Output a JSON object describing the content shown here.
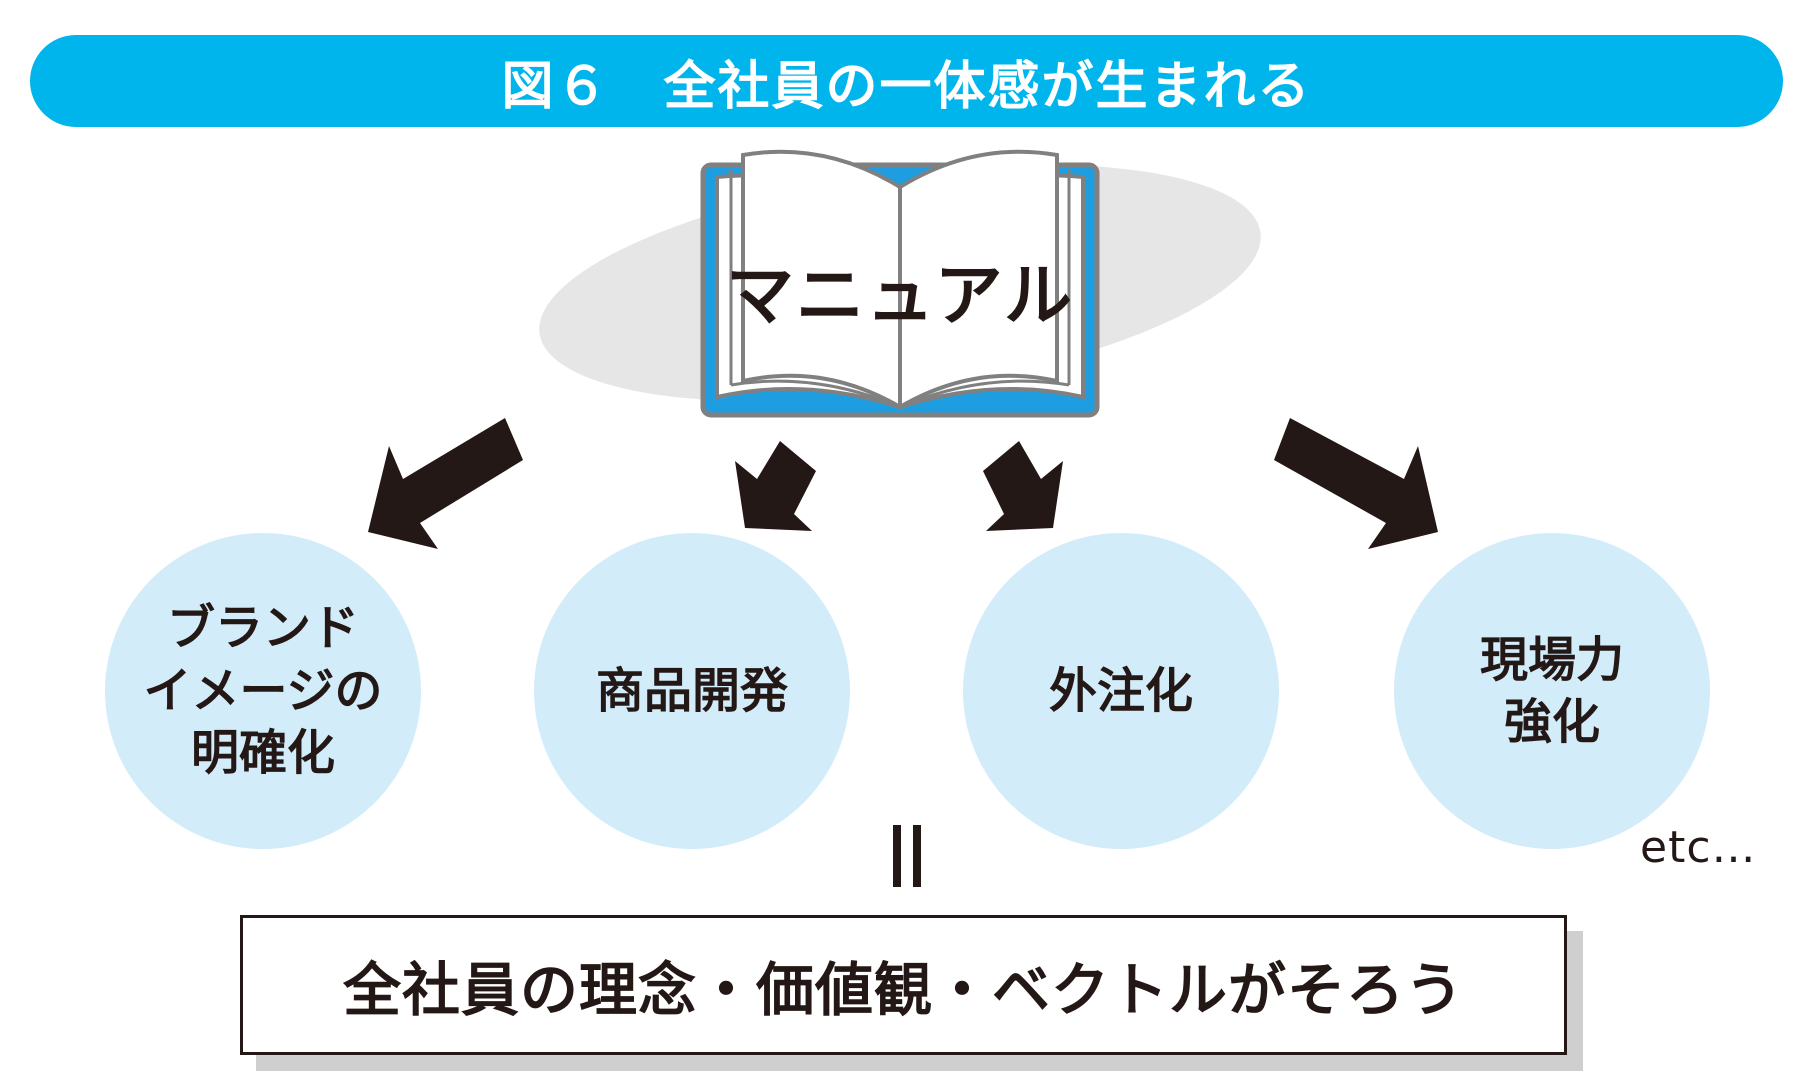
{
  "figure": {
    "title": "図６　全社員の一体感が生まれる",
    "colors": {
      "banner": "#00b4ec",
      "banner_text": "#ffffff",
      "shadow_ellipse": "#e6e6e6",
      "book_cover": "#1e9ee0",
      "book_outline": "#808080",
      "circle_fill": "#d3ecf9",
      "ink": "#231815",
      "box_shadow": "#cfcfcf"
    }
  },
  "source": {
    "label": "マニュアル",
    "icon": "open-book-icon"
  },
  "outcomes": [
    {
      "label": "ブランド\nイメージの\n明確化"
    },
    {
      "label": "商品開発"
    },
    {
      "label": "外注化"
    },
    {
      "label": "現場力\n強化"
    }
  ],
  "more_label": "etc…",
  "equals_symbol": "II",
  "conclusion": {
    "text": "全社員の理念・価値観・ベクトルがそろう"
  }
}
